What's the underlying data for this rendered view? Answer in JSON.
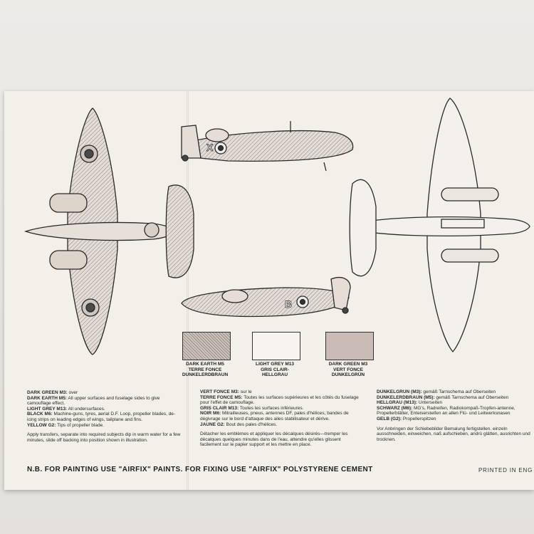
{
  "swatches": [
    {
      "label": [
        "DARK EARTH M5",
        "TERRE FONCE",
        "DUNKELERDBRAUN"
      ],
      "color": "#d9cfc8",
      "hatch": true
    },
    {
      "label": [
        "LIGHT GREY M13",
        "GRIS CLAIR-",
        "HELLGRAU"
      ],
      "color": "#f6f3ef",
      "hatch": false
    },
    {
      "label": [
        "DARK GREEN M3",
        "VERT FONCE",
        "DUNKELGRÜN"
      ],
      "color": "#c8bcb6",
      "hatch": false
    }
  ],
  "english": {
    "p1": [
      {
        "b": "DARK GREEN M3:",
        "t": " over"
      },
      {
        "b": "DARK EARTH M5:",
        "t": " All upper surfaces and fuselage sides to give camouflage effect."
      },
      {
        "b": "LIGHT GREY M13:",
        "t": " All undersurfaces."
      },
      {
        "b": "BLACK M6:",
        "t": " Machine-guns, tyres, aerial D.F. Loop, propeller blades, de-icing strips on leading edges of wings, tailplane and fins."
      },
      {
        "b": "YELLOW G2:",
        "t": " Tips of propeller blade."
      }
    ],
    "p2": "Apply transfers, separate into required subjects dip in warm water for a few minutes, slide off backing into position shown in illustration."
  },
  "french": {
    "p1": [
      {
        "b": "VERT FONCE M3:",
        "t": " sur le"
      },
      {
        "b": "TERRE FONCE M5:",
        "t": " Toutes les surfaces supérieures et les côtés du fuselage pour l'effet de camouflage."
      },
      {
        "b": "GRIS CLAIR M13:",
        "t": " Toutes les surfaces inférieures."
      },
      {
        "b": "NOIR M6:",
        "t": " Mitrailleuses, pneus, antennes DF, pales d'hélices, bandes de dégivrage sur le bord d'attaque des ailes stabilisateur et dérive."
      },
      {
        "b": "JAUNE G2:",
        "t": " Bout des pales d'hélices."
      }
    ],
    "p2": "Détacher les emblèmes et appliquer les décalques désirés—tremper les décalques quelques minutes dans de l'eau, attendre qu'elles glissent facilement sur le papier support et les mettre en place."
  },
  "german": {
    "p1": [
      {
        "b": "DUNKELGRÜN (M3):",
        "t": " gemäß Tarnschema auf Oberseiten"
      },
      {
        "b": "DUNKELERDBRAUN (M5):",
        "t": " gemäß Tarnschema auf Oberseiten"
      },
      {
        "b": "HELLGRAU (M13):",
        "t": " Unterseiten"
      },
      {
        "b": "SCHWARZ (M6):",
        "t": " MG's, Radreifen, Radiokompaß-Tropfen-antenne, Propellerblätter, Enteisersteifen an allen Flü- und Leitwerksnasen"
      },
      {
        "b": "GELB (G2):",
        "t": " Propellerspitzen"
      }
    ],
    "p2": "Vor Anbringen der Schiebebilder Bemalung fertigstellen. einzeln ausschneiden, einweichen, naß aufschieben, andrü glätten, ausrichten und trocknen."
  },
  "footer": {
    "nb": "N.B. FOR PAINTING USE \"AIRFIX\" PAINTS. FOR FIXING USE \"AIRFIX\" POLYSTYRENE CEMENT",
    "printed": "PRINTED IN ENG"
  },
  "decals": {
    "side_top": "X",
    "side_bottom": "B"
  },
  "colors": {
    "ink": "#2a2a2a",
    "camo": "#cfc4bd",
    "paper": "#f3efe9"
  }
}
